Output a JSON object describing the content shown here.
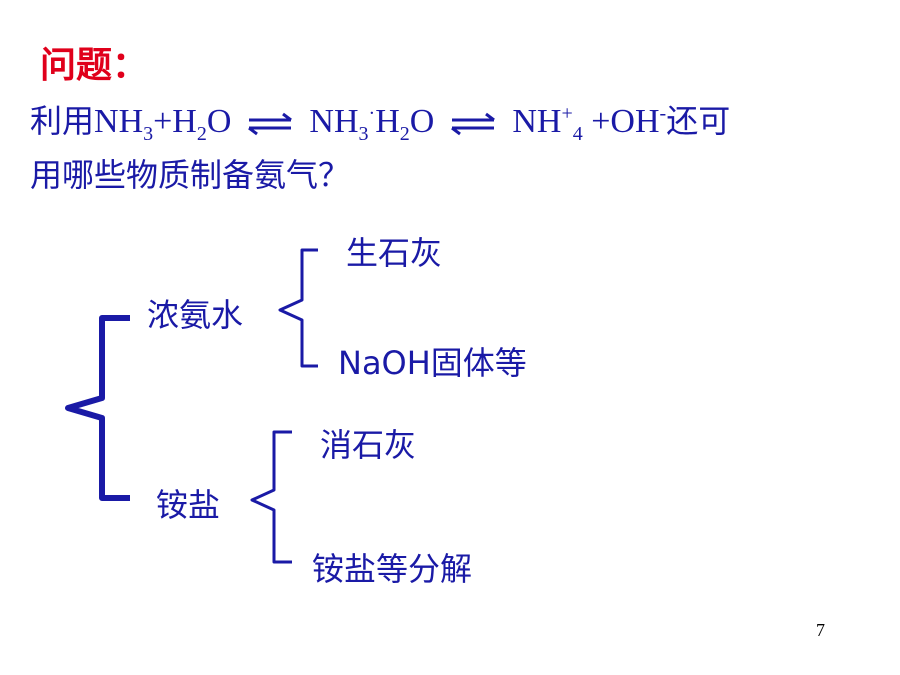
{
  "question": {
    "label": "问题："
  },
  "equation": {
    "prefix": "利用",
    "nh3_a": "NH",
    "nh3_a_sub": "3",
    "plus_h2o": "+H",
    "h2o_sub": "2",
    "o": "O",
    "nh3_b": "NH",
    "nh3_b_sub": "3",
    "dot": "·",
    "h2o_b": "H",
    "h2o_b_sub": "2",
    "o_b": "O",
    "nh4": "NH",
    "nh4_sup": "+",
    "nh4_sub": "4",
    "oh": " +OH",
    "oh_sup": "-",
    "suffix": "还可",
    "line2": "用哪些物质制备氨气？"
  },
  "tree": {
    "root_a": "浓氨水",
    "root_a_children": [
      "生石灰",
      "NaOH固体等"
    ],
    "root_b": "铵盐",
    "root_b_children": [
      "消石灰",
      "铵盐等分解"
    ]
  },
  "colors": {
    "title": "#e0001b",
    "text": "#1a1aa6"
  },
  "page": {
    "number": "7"
  }
}
